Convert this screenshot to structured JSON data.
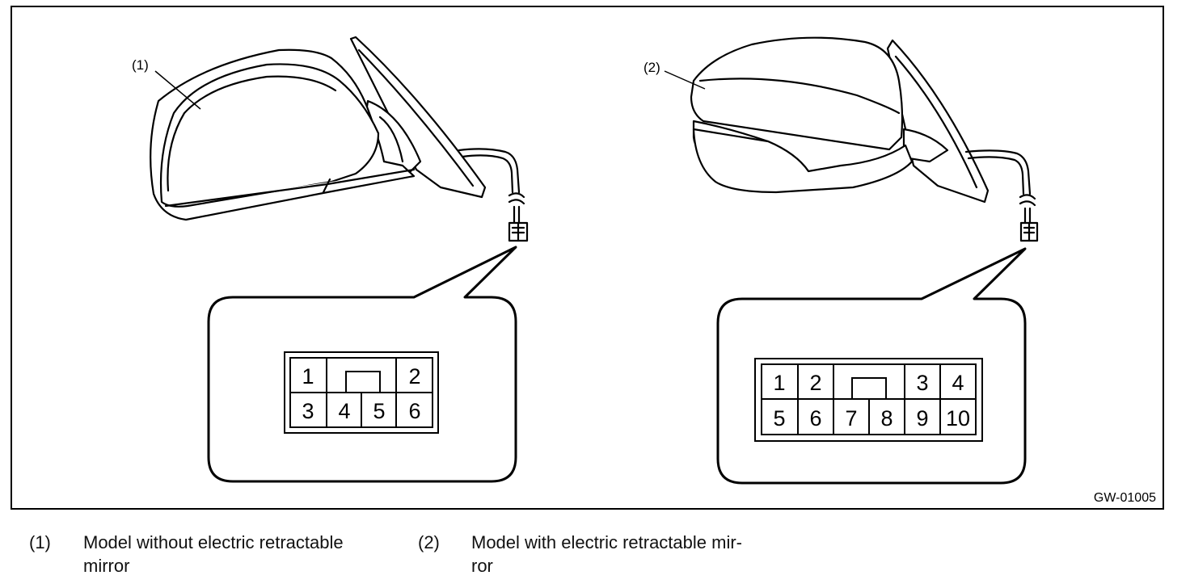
{
  "figure_id": "GW-01005",
  "callouts": {
    "mirror_1": "(1)",
    "mirror_2": "(2)"
  },
  "connector_1": {
    "pins": [
      "1",
      "2",
      "3",
      "4",
      "5",
      "6"
    ]
  },
  "connector_2": {
    "pins": [
      "1",
      "2",
      "3",
      "4",
      "5",
      "6",
      "7",
      "8",
      "9",
      "10"
    ]
  },
  "legend": [
    {
      "number": "(1)",
      "line1": "Model without electric retractable",
      "line2": "mirror"
    },
    {
      "number": "(2)",
      "line1": "Model with electric retractable mir-",
      "line2": "ror"
    }
  ]
}
